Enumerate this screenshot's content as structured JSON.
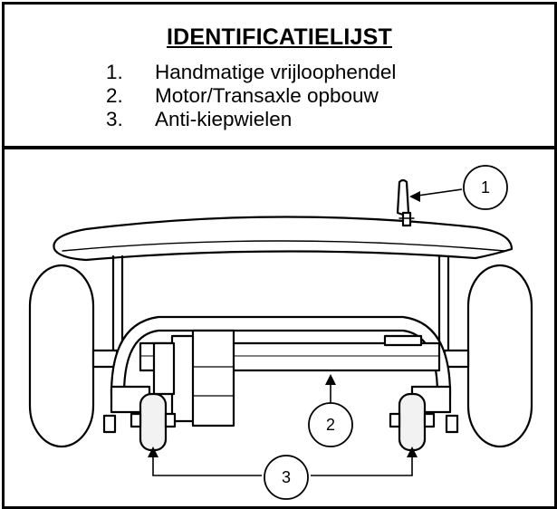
{
  "header": {
    "title": "IDENTIFICATIELIJST",
    "items": [
      {
        "num": "1.",
        "label": "Handmatige vrijloophendel"
      },
      {
        "num": "2.",
        "label": "Motor/Transaxle opbouw"
      },
      {
        "num": "3.",
        "label": "Anti-kiepwielen"
      }
    ]
  },
  "callouts": {
    "c1": "1",
    "c2": "2",
    "c3": "3"
  }
}
